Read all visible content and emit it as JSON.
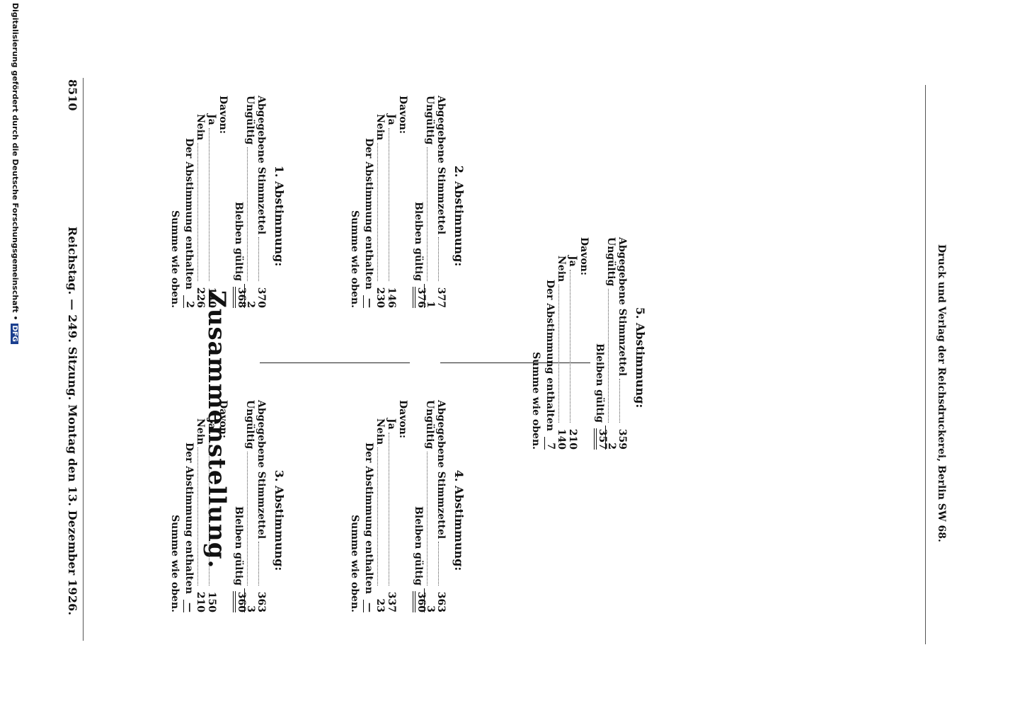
{
  "header": {
    "page_number": "8510",
    "running_head": "Reichstag. — 249. Sitzung. Montag den 13. Dezember 1926."
  },
  "title": "Zusammenstellung.",
  "votes": [
    {
      "heading": "1. Abstimmung:",
      "abgegebene_label": "Abgegebene Stimmzettel",
      "abgegebene": "370",
      "ungueltig_label": "Ungültig",
      "ungueltig": "2",
      "bleiben_label": "Bleiben gültig",
      "bleiben": "368",
      "davon_label": "Davon:",
      "ja_label": "Ja",
      "ja": "140",
      "nein_label": "Nein",
      "nein": "226",
      "enthalten_label": "Der Abstimmung enthalten",
      "enthalten": "2",
      "summe_label": "Summe wie oben."
    },
    {
      "heading": "2. Abstimmung:",
      "abgegebene_label": "Abgegebene Stimmzettel",
      "abgegebene": "377",
      "ungueltig_label": "Ungültig",
      "ungueltig": "1",
      "bleiben_label": "Bleiben gültig",
      "bleiben": "376",
      "davon_label": "Davon:",
      "ja_label": "Ja",
      "ja": "146",
      "nein_label": "Nein",
      "nein": "230",
      "enthalten_label": "Der Abstimmung enthalten",
      "enthalten": "—",
      "summe_label": "Summe wie oben."
    },
    {
      "heading": "3. Abstimmung:",
      "abgegebene_label": "Abgegebene Stimmzettel",
      "abgegebene": "363",
      "ungueltig_label": "Ungültig",
      "ungueltig": "3",
      "bleiben_label": "Bleiben gültig",
      "bleiben": "360",
      "davon_label": "Davon:",
      "ja_label": "Ja",
      "ja": "150",
      "nein_label": "Nein",
      "nein": "210",
      "enthalten_label": "Der Abstimmung enthalten",
      "enthalten": "—",
      "summe_label": "Summe wie oben."
    },
    {
      "heading": "4. Abstimmung:",
      "abgegebene_label": "Abgegebene Stimmzettel",
      "abgegebene": "363",
      "ungueltig_label": "Ungültig",
      "ungueltig": "3",
      "bleiben_label": "Bleiben gültig",
      "bleiben": "360",
      "davon_label": "Davon:",
      "ja_label": "Ja",
      "ja": "337",
      "nein_label": "Nein",
      "nein": "23",
      "enthalten_label": "Der Abstimmung enthalten",
      "enthalten": "—",
      "summe_label": "Summe wie oben."
    },
    {
      "heading": "5. Abstimmung:",
      "abgegebene_label": "Abgegebene Stimmzettel",
      "abgegebene": "359",
      "ungueltig_label": "Ungültig",
      "ungueltig": "2",
      "bleiben_label": "Bleiben gültig",
      "bleiben": "357",
      "davon_label": "Davon:",
      "ja_label": "Ja",
      "ja": "210",
      "nein_label": "Nein",
      "nein": "140",
      "enthalten_label": "Der Abstimmung enthalten",
      "enthalten": "7",
      "summe_label": "Summe wie oben."
    }
  ],
  "footer": {
    "imprint": "Druck und Verlag der Reichsdruckerei, Berlin SW 68."
  },
  "watermark": {
    "text": "Digitalisierung gefördert durch die Deutsche Forschungsgemeinschaft •",
    "logo": "DFG"
  }
}
